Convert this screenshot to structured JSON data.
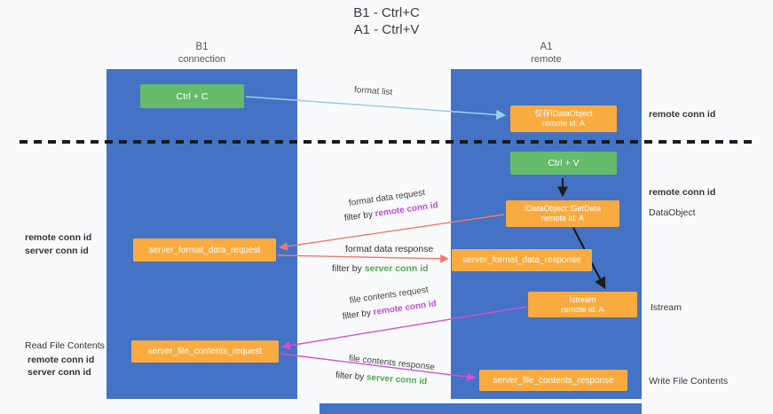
{
  "title": {
    "line1": "B1 - Ctrl+C",
    "line2": "A1 - Ctrl+V"
  },
  "lanes": {
    "left": {
      "name": "B1",
      "subtitle": "connection"
    },
    "right": {
      "name": "A1",
      "subtitle": "remote"
    }
  },
  "nodes": {
    "ctrl_c": "Ctrl + C",
    "ctrl_v": "Ctrl + V",
    "idataobject": {
      "line1": "仅存IDataObject",
      "line2": "remote id: A"
    },
    "getdata": {
      "line1": "IDataObject::GetData",
      "line2": "remote id: A"
    },
    "istream": {
      "line1": "Istream",
      "line2": "remote id: A"
    },
    "format_request": "server_format_data_request",
    "format_response": "server_format_data_response",
    "file_request": "server_file_contents_request",
    "file_response": "server_file_contents_response"
  },
  "edge_labels": {
    "format_list": "format list",
    "format_data_request": "format data request",
    "filter_remote_1": {
      "prefix": "filter by ",
      "highlight": "remote conn id"
    },
    "format_data_response": "format data response",
    "filter_server_1": {
      "prefix": "filter by ",
      "highlight": "server conn id"
    },
    "file_contents_request": "file contents request",
    "filter_remote_2": {
      "prefix": "filter by ",
      "highlight": "remote conn id"
    },
    "file_contents_response": "file contents response",
    "filter_server_2": {
      "prefix": "filter by ",
      "highlight": "server conn id"
    }
  },
  "side_labels": {
    "remote_conn_top": "remote conn id",
    "remote_conn_mid": "remote conn id",
    "dataobject": "DataObject",
    "istream": "Istream",
    "write_file": "Write File Contents",
    "read_file": "Read File Contents",
    "left_remote_1": "remote conn id",
    "left_server_1": "server conn id",
    "left_remote_2": "remote conn id",
    "left_server_2": "server conn id"
  },
  "colors": {
    "lane_blue": "#4472C4",
    "node_orange": "#F9AB3F",
    "node_green": "#66BB6A",
    "remote_conn_id_text": "#BB4FD4",
    "server_conn_id_text": "#55A84F",
    "format_list_arrow": "#9CCCEB",
    "format_data_arrow": "#EE7B6E",
    "file_contents_arrow": "#D050D0",
    "black_arrow": "#1C1C1C"
  }
}
